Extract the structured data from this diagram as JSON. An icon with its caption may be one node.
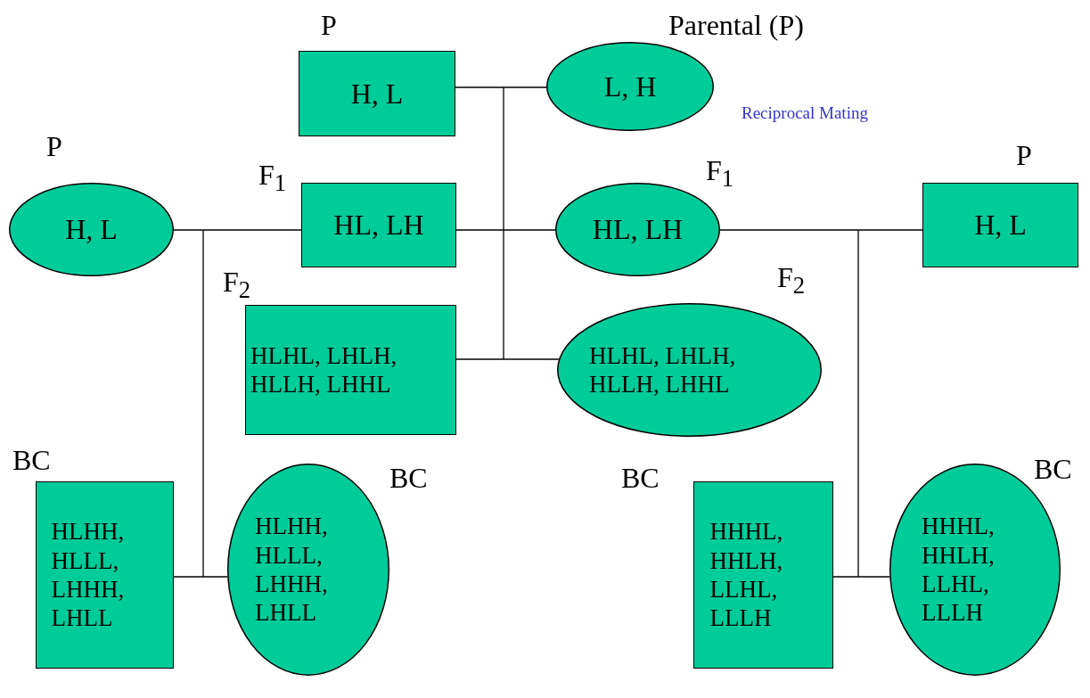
{
  "diagram": {
    "nodes": [
      {
        "text": [
          "H, L"
        ],
        "beside": [
          "P"
        ]
      },
      {
        "text": [
          "L, H"
        ],
        "beside": [
          "Parental (P)"
        ]
      },
      {
        "text": [
          "H, L"
        ],
        "beside": [
          "P"
        ]
      },
      {
        "text": [
          "HL, LH"
        ],
        "beside": [
          "F$_{1}$"
        ]
      },
      {
        "text": [
          "HL, LH"
        ],
        "beside": [
          "F$_{1}$"
        ]
      },
      {
        "text": [
          "H, L"
        ],
        "beside": [
          "P"
        ]
      },
      {
        "text": [
          "HLHL, LHLH, HLLH, LHHL"
        ],
        "beside": [
          "F$_{2}$"
        ]
      },
      {
        "text": [
          "HLHL, LHLH, HLLH, LHHL"
        ],
        "beside": [
          "F$_{2}$"
        ]
      },
      {
        "text": [
          "HLHH, HLLL, LHHH, LHLL"
        ],
        "beside": [
          "BC"
        ]
      },
      {
        "text": [
          "HLHH, HLLL, LHHH, LHLL"
        ],
        "beside": [
          "BC"
        ]
      },
      {
        "text": [
          "HHHL, HHLH, LLHL, LLLH"
        ],
        "beside": [
          "BC"
        ]
      },
      {
        "text": [
          "HHHL, HHLH, LLHL, LLLH"
        ],
        "beside": [
          "BC"
        ]
      }
    ],
    "edges": [
      {
        "from": 0,
        "to": 1,
        "arrow": "none"
      },
      {
        "from": 2,
        "to": 3,
        "arrow": "none"
      },
      {
        "from": 3,
        "to": 4,
        "arrow": "none"
      },
      {
        "from": 4,
        "to": 5,
        "arrow": "none"
      },
      {
        "from": 6,
        "to": 7,
        "arrow": "none"
      },
      {
        "from": 8,
        "to": 9,
        "arrow": "none"
      },
      {
        "from": 10,
        "to": 11,
        "arrow": "none"
      }
    ],
    "labels": [
      "Reciprocal Mating"
    ]
  }
}
